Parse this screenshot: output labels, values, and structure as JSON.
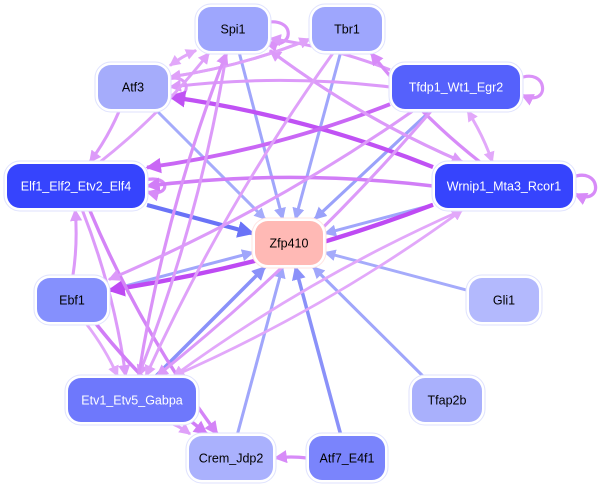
{
  "graph": {
    "title": "Regulatory network",
    "target_color": "#ffb9b5",
    "nodes": [
      {
        "id": "Spi1",
        "label": "Spi1",
        "fill": "#9ea6fd",
        "text": "#000000"
      },
      {
        "id": "Tbr1",
        "label": "Tbr1",
        "fill": "#9ea6fd",
        "text": "#000000"
      },
      {
        "id": "Atf3",
        "label": "Atf3",
        "fill": "#a5acfb",
        "text": "#000000"
      },
      {
        "id": "Tfdp1",
        "label": "Tfdp1_Wt1_Egr2",
        "fill": "#5561fc",
        "text": "#ffffff"
      },
      {
        "id": "Elf1",
        "label": "Elf1_Elf2_Etv2_Elf4",
        "fill": "#3644fd",
        "text": "#ffffff"
      },
      {
        "id": "Wrnip1",
        "label": "Wrnip1_Mta3_Rcor1",
        "fill": "#3644fd",
        "text": "#ffffff"
      },
      {
        "id": "Zfp410",
        "label": "Zfp410",
        "fill": "#ffb9b5",
        "text": "#000000"
      },
      {
        "id": "Ebf1",
        "label": "Ebf1",
        "fill": "#8590fd",
        "text": "#000000"
      },
      {
        "id": "Gli1",
        "label": "Gli1",
        "fill": "#b3b9fd",
        "text": "#000000"
      },
      {
        "id": "Etv1",
        "label": "Etv1_Etv5_Gabpa",
        "fill": "#6e78fc",
        "text": "#ffffff"
      },
      {
        "id": "Tfap2b",
        "label": "Tfap2b",
        "fill": "#a9b0fc",
        "text": "#000000"
      },
      {
        "id": "Crem",
        "label": "Crem_Jdp2",
        "fill": "#aab1fd",
        "text": "#000000"
      },
      {
        "id": "Atf7",
        "label": "Atf7_E4f1",
        "fill": "#7a84fc",
        "text": "#000000"
      }
    ],
    "edges": [
      {
        "from": "Spi1",
        "to": "Zfp410",
        "kind": "target",
        "strength": 0.35
      },
      {
        "from": "Tbr1",
        "to": "Zfp410",
        "kind": "target",
        "strength": 0.35
      },
      {
        "from": "Atf3",
        "to": "Zfp410",
        "kind": "target",
        "strength": 0.3
      },
      {
        "from": "Tfdp1",
        "to": "Zfp410",
        "kind": "target",
        "strength": 0.4
      },
      {
        "from": "Elf1",
        "to": "Zfp410",
        "kind": "target",
        "strength": 0.85
      },
      {
        "from": "Wrnip1",
        "to": "Zfp410",
        "kind": "target",
        "strength": 0.35
      },
      {
        "from": "Ebf1",
        "to": "Zfp410",
        "kind": "target",
        "strength": 0.35
      },
      {
        "from": "Gli1",
        "to": "Zfp410",
        "kind": "target",
        "strength": 0.3
      },
      {
        "from": "Etv1",
        "to": "Zfp410",
        "kind": "target",
        "strength": 0.55
      },
      {
        "from": "Tfap2b",
        "to": "Zfp410",
        "kind": "target",
        "strength": 0.35
      },
      {
        "from": "Crem",
        "to": "Zfp410",
        "kind": "target",
        "strength": 0.35
      },
      {
        "from": "Atf7",
        "to": "Zfp410",
        "kind": "target",
        "strength": 0.55
      },
      {
        "from": "Spi1",
        "to": "Spi1",
        "kind": "self",
        "strength": 0.4
      },
      {
        "from": "Tfdp1",
        "to": "Tfdp1",
        "kind": "self",
        "strength": 0.4
      },
      {
        "from": "Wrnip1",
        "to": "Wrnip1",
        "kind": "self",
        "strength": 0.45
      },
      {
        "from": "Elf1",
        "to": "Elf1",
        "kind": "self",
        "strength": 0.45
      },
      {
        "from": "Atf3",
        "to": "Atf3",
        "kind": "self",
        "strength": 0.35
      },
      {
        "from": "Wrnip1",
        "to": "Atf3",
        "kind": "tf",
        "strength": 0.85
      },
      {
        "from": "Tfdp1",
        "to": "Elf1",
        "kind": "tf",
        "strength": 0.7
      },
      {
        "from": "Wrnip1",
        "to": "Elf1",
        "kind": "tf",
        "strength": 0.55
      },
      {
        "from": "Wrnip1",
        "to": "Ebf1",
        "kind": "tf",
        "strength": 0.9
      },
      {
        "from": "Tfdp1",
        "to": "Atf3",
        "kind": "tf",
        "strength": 0.35
      },
      {
        "from": "Tbr1",
        "to": "Atf3",
        "kind": "tf",
        "strength": 0.3
      },
      {
        "from": "Spi1",
        "to": "Atf3",
        "kind": "tf",
        "strength": 0.25
      },
      {
        "from": "Atf3",
        "to": "Spi1",
        "kind": "tf",
        "strength": 0.25
      },
      {
        "from": "Tfdp1",
        "to": "Spi1",
        "kind": "tf",
        "strength": 0.35
      },
      {
        "from": "Wrnip1",
        "to": "Spi1",
        "kind": "tf",
        "strength": 0.35
      },
      {
        "from": "Atf3",
        "to": "Tbr1",
        "kind": "tf",
        "strength": 0.3
      },
      {
        "from": "Wrnip1",
        "to": "Tbr1",
        "kind": "tf",
        "strength": 0.45
      },
      {
        "from": "Wrnip1",
        "to": "Tfdp1",
        "kind": "tf",
        "strength": 0.25
      },
      {
        "from": "Tfdp1",
        "to": "Wrnip1",
        "kind": "tf",
        "strength": 0.25
      },
      {
        "from": "Spi1",
        "to": "Wrnip1",
        "kind": "tf",
        "strength": 0.35
      },
      {
        "from": "Atf3",
        "to": "Elf1",
        "kind": "tf",
        "strength": 0.35
      },
      {
        "from": "Ebf1",
        "to": "Elf1",
        "kind": "tf",
        "strength": 0.35
      },
      {
        "from": "Elf1",
        "to": "Etv1",
        "kind": "tf",
        "strength": 0.35
      },
      {
        "from": "Elf1",
        "to": "Crem",
        "kind": "tf",
        "strength": 0.5
      },
      {
        "from": "Ebf1",
        "to": "Etv1",
        "kind": "tf",
        "strength": 0.25
      },
      {
        "from": "Ebf1",
        "to": "Crem",
        "kind": "tf",
        "strength": 0.55
      },
      {
        "from": "Tfdp1",
        "to": "Etv1",
        "kind": "tf",
        "strength": 0.35
      },
      {
        "from": "Wrnip1",
        "to": "Etv1",
        "kind": "tf",
        "strength": 0.25
      },
      {
        "from": "Spi1",
        "to": "Etv1",
        "kind": "tf",
        "strength": 0.35
      },
      {
        "from": "Tbr1",
        "to": "Etv1",
        "kind": "tf",
        "strength": 0.3
      },
      {
        "from": "Etv1",
        "to": "Spi1",
        "kind": "tf",
        "strength": 0.4
      },
      {
        "from": "Elf1",
        "to": "Spi1",
        "kind": "tf",
        "strength": 0.3
      },
      {
        "from": "Etv1",
        "to": "Crem",
        "kind": "tf",
        "strength": 0.3
      },
      {
        "from": "Atf7",
        "to": "Crem",
        "kind": "tf",
        "strength": 0.45
      },
      {
        "from": "Tfdp1",
        "to": "Ebf1",
        "kind": "tf",
        "strength": 0.35
      },
      {
        "from": "Etv1",
        "to": "Wrnip1",
        "kind": "tf",
        "strength": 0.25
      }
    ]
  }
}
